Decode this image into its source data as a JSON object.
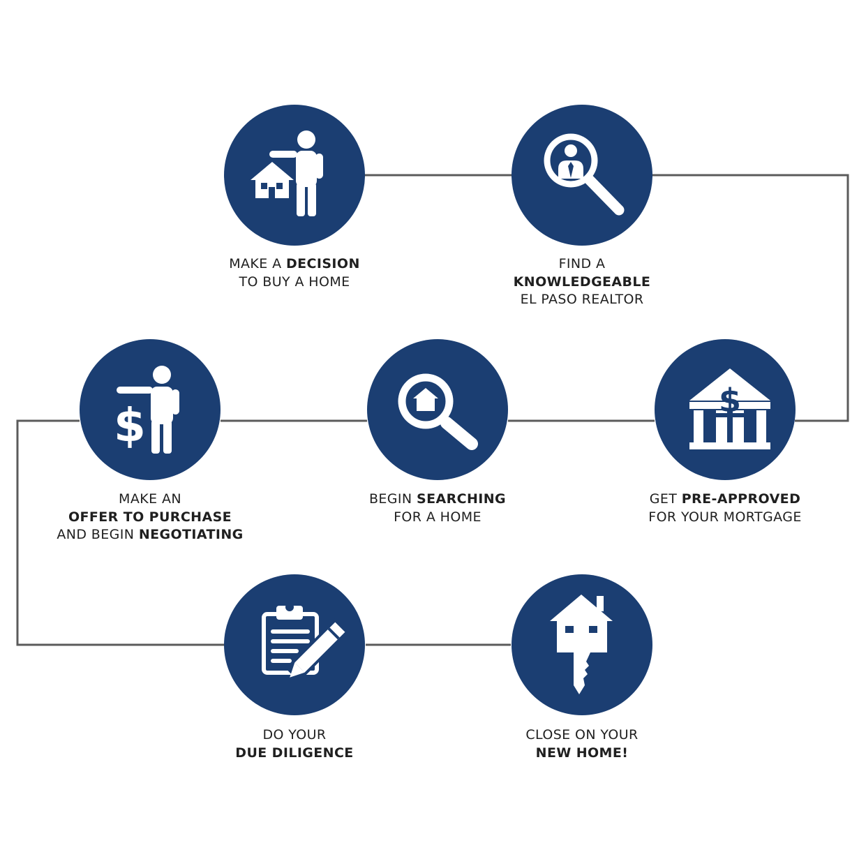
{
  "colors": {
    "circle": "#1b3e72",
    "icon": "#ffffff",
    "connector": "#5b5b5b",
    "text": "#1f1f1f"
  },
  "steps": [
    {
      "id": "decision",
      "icon": "person-pointing-house-icon",
      "lines": [
        [
          {
            "t": "MAKE A ",
            "b": false
          },
          {
            "t": "DECISION",
            "b": true
          }
        ],
        [
          {
            "t": "TO BUY A HOME",
            "b": false
          }
        ]
      ]
    },
    {
      "id": "realtor",
      "icon": "magnifier-person-icon",
      "lines": [
        [
          {
            "t": "FIND A",
            "b": false
          }
        ],
        [
          {
            "t": "KNOWLEDGEABLE",
            "b": true
          }
        ],
        [
          {
            "t": "EL PASO REALTOR",
            "b": false
          }
        ]
      ]
    },
    {
      "id": "preapproved",
      "icon": "bank-dollar-icon",
      "lines": [
        [
          {
            "t": "GET ",
            "b": false
          },
          {
            "t": "PRE-APPROVED",
            "b": true
          }
        ],
        [
          {
            "t": "FOR YOUR MORTGAGE",
            "b": false
          }
        ]
      ]
    },
    {
      "id": "searching",
      "icon": "magnifier-house-icon",
      "lines": [
        [
          {
            "t": "BEGIN ",
            "b": false
          },
          {
            "t": "SEARCHING",
            "b": true
          }
        ],
        [
          {
            "t": "FOR A HOME",
            "b": false
          }
        ]
      ]
    },
    {
      "id": "offer",
      "icon": "person-pointing-dollar-icon",
      "lines": [
        [
          {
            "t": "MAKE AN",
            "b": false
          }
        ],
        [
          {
            "t": "OFFER TO PURCHASE",
            "b": true
          }
        ],
        [
          {
            "t": "AND BEGIN ",
            "b": false
          },
          {
            "t": "NEGOTIATING",
            "b": true
          }
        ]
      ]
    },
    {
      "id": "diligence",
      "icon": "clipboard-pencil-icon",
      "lines": [
        [
          {
            "t": "DO YOUR",
            "b": false
          }
        ],
        [
          {
            "t": "DUE DILIGENCE",
            "b": true
          }
        ]
      ]
    },
    {
      "id": "close",
      "icon": "house-key-icon",
      "lines": [
        [
          {
            "t": "CLOSE ON YOUR",
            "b": false
          }
        ],
        [
          {
            "t": "NEW HOME!",
            "b": true
          }
        ]
      ]
    }
  ]
}
